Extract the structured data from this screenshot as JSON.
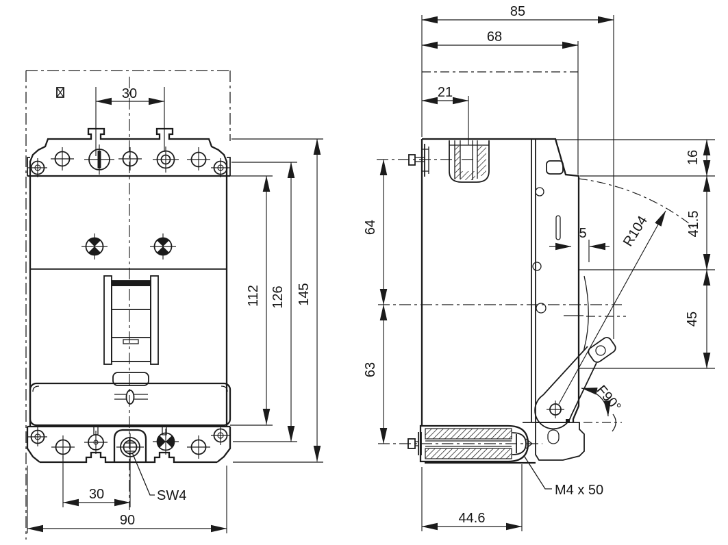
{
  "drawing": {
    "kind": "technical-dimension-drawing",
    "subject": "molded-case circuit breaker, front view and side view with dimensions (mm)",
    "colors": {
      "line": "#1b1b1b",
      "background": "#ffffff"
    },
    "front": {
      "dim_top_pitch": "30",
      "dim_bottom_pitch": "30",
      "dim_width": "90",
      "dim_h1": "112",
      "dim_h2": "126",
      "dim_h3": "145",
      "label_sw4": "SW4"
    },
    "side": {
      "dim_depth_total": "85",
      "dim_depth_frame": "68",
      "dim_21": "21",
      "dim_5": "5",
      "dim_16": "16",
      "dim_41_5": "41.5",
      "dim_45": "45",
      "dim_64": "64",
      "dim_63": "63",
      "dim_radius": "R104",
      "dim_angle": "F90°",
      "label_screw": "M4 x 50",
      "dim_44_6": "44.6"
    }
  }
}
